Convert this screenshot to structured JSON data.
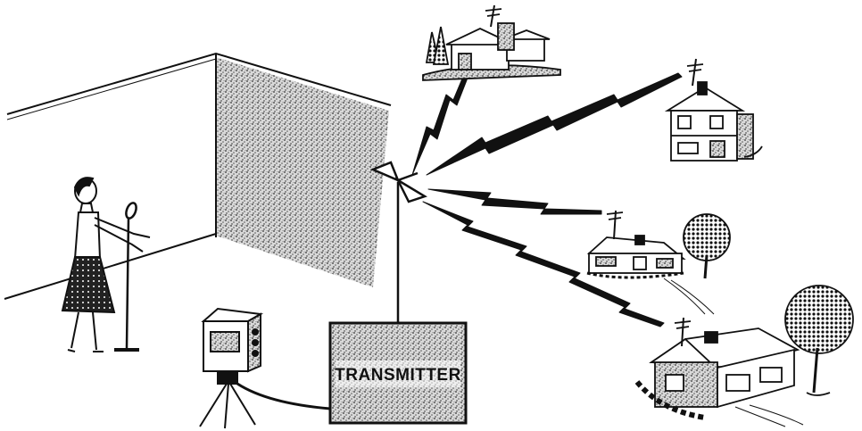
{
  "transmitter": {
    "label": "TRANSMITTER"
  },
  "colors": {
    "ink": "#111111",
    "paper": "#ffffff",
    "stipple": "#8a8a8a"
  },
  "icons": {
    "studio": "stippled-backdrop-wall",
    "performer": "singing-woman",
    "mic": "microphone-on-stand",
    "camera": "tv-camera-on-tripod",
    "antenna": "bowtie-transmitting-antenna",
    "signal": "zigzag-signal-bolt",
    "receivers": [
      "hillside-house",
      "two-story-house",
      "ranch-house",
      "bungalow-house"
    ]
  }
}
